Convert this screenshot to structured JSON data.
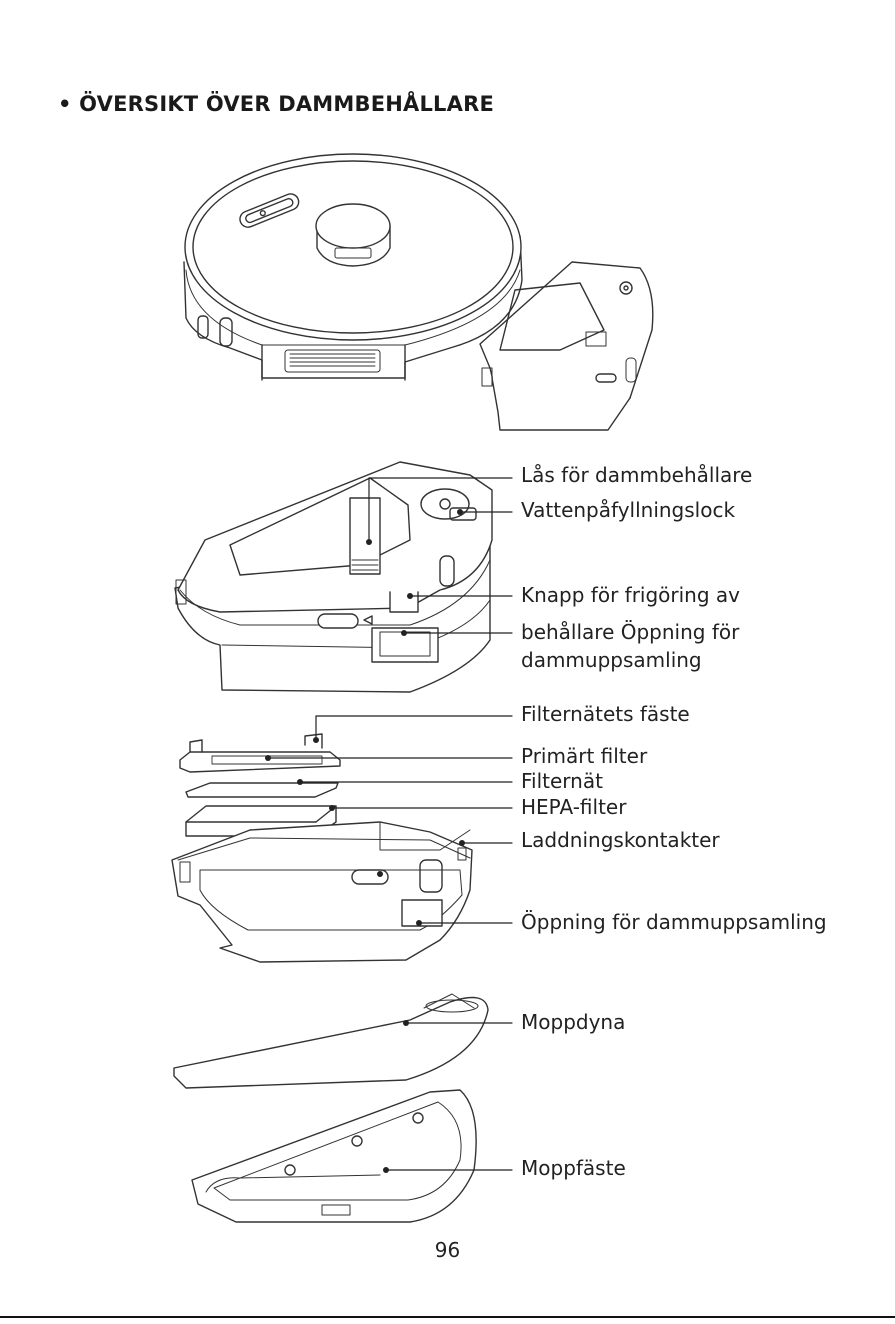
{
  "heading": "• ÖVERSIKT ÖVER DAMMBEHÅLLARE",
  "labels": [
    "Lås för dammbehållare",
    "Vattenpåfyllningslock",
    "Knapp för frigöring av",
    "behållare Öppning för",
    "dammuppsamling",
    "Filternätets fäste",
    "Primärt filter",
    "Filternät",
    "HEPA-filter",
    "Laddningskontakter",
    "Öppning för dammuppsamling",
    "Moppdyna",
    "Moppfäste"
  ],
  "page_number": "96"
}
